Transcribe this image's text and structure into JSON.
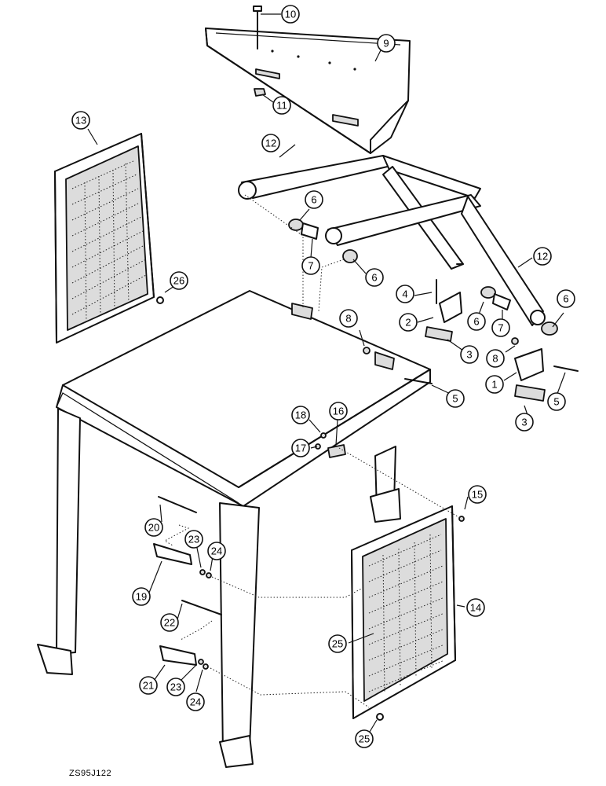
{
  "diagram_code": "ZS95J122",
  "callouts": [
    {
      "label": "10"
    },
    {
      "label": "9"
    },
    {
      "label": "11"
    },
    {
      "label": "13"
    },
    {
      "label": "12"
    },
    {
      "label": "6"
    },
    {
      "label": "7"
    },
    {
      "label": "6"
    },
    {
      "label": "12"
    },
    {
      "label": "26"
    },
    {
      "label": "4"
    },
    {
      "label": "2"
    },
    {
      "label": "3"
    },
    {
      "label": "6"
    },
    {
      "label": "7"
    },
    {
      "label": "6"
    },
    {
      "label": "8"
    },
    {
      "label": "8"
    },
    {
      "label": "1"
    },
    {
      "label": "5"
    },
    {
      "label": "3"
    },
    {
      "label": "5"
    },
    {
      "label": "18"
    },
    {
      "label": "16"
    },
    {
      "label": "17"
    },
    {
      "label": "15"
    },
    {
      "label": "20"
    },
    {
      "label": "23"
    },
    {
      "label": "24"
    },
    {
      "label": "19"
    },
    {
      "label": "22"
    },
    {
      "label": "14"
    },
    {
      "label": "25"
    },
    {
      "label": "21"
    },
    {
      "label": "23"
    },
    {
      "label": "24"
    },
    {
      "label": "25"
    }
  ]
}
